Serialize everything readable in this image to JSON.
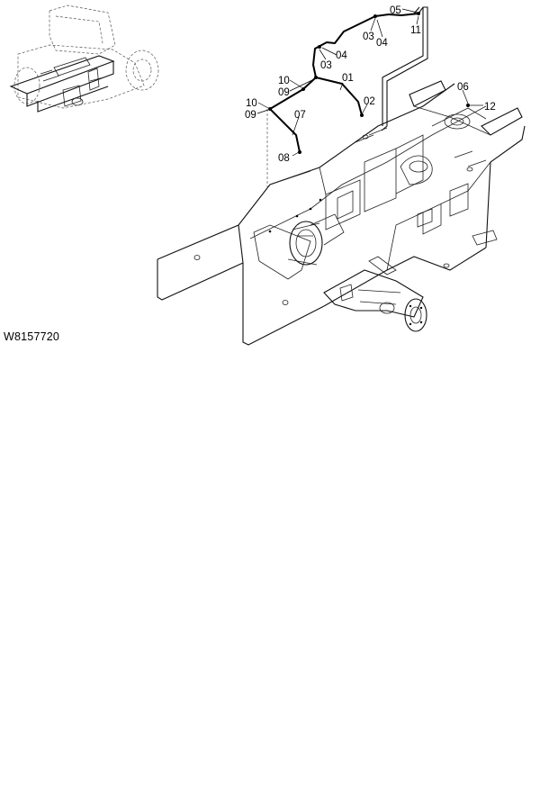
{
  "drawing_id": "W8157720",
  "callouts": {
    "c01": "01",
    "c02": "02",
    "c03a": "03",
    "c03b": "03",
    "c04a": "04",
    "c04b": "04",
    "c05": "05",
    "c06": "06",
    "c07": "07",
    "c08": "08",
    "c09a": "09",
    "c09b": "09",
    "c10a": "10",
    "c10b": "10",
    "c11": "11",
    "c12": "12"
  }
}
